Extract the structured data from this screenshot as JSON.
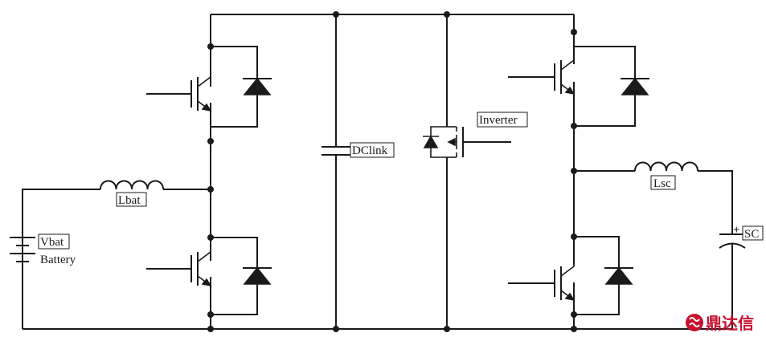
{
  "labels": {
    "lbat": "Lbat",
    "vbat": "Vbat",
    "battery": "Battery",
    "dclink": "DClink",
    "inverter": "Inverter",
    "lsc": "Lsc",
    "sc": "SC",
    "sc_polarity": "+"
  },
  "watermark": {
    "text": "鼎达信"
  },
  "colors": {
    "wire": "#1a1a1a",
    "watermark": "#c8102e"
  }
}
